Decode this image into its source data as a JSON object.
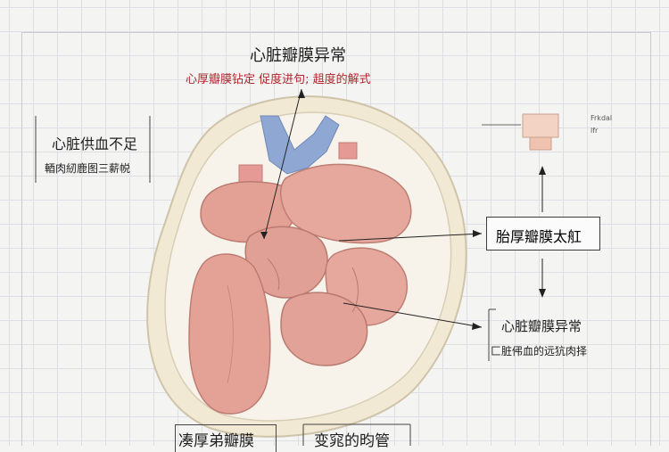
{
  "diagram": {
    "title": "心脏瓣膜异常",
    "subtitle": "心厚瓣膜钻定    促度进句;  趄度的解式",
    "left_label_title": "心脏供血不足",
    "left_label_sub": "輏肉紉鹿图三薪帨",
    "right_box_label": "胎厚瓣膜太舡",
    "right_lower_title": "心脏瓣膜异常",
    "right_lower_sub": "匚脏伄血的远犺肉择",
    "small_note_1": "Frkdal",
    "small_note_2": "lfr",
    "bottom_left_label": "凑厚弟瓣膜",
    "bottom_right_label": "变窕的昀管",
    "colors": {
      "muscle": "#e6a79c",
      "muscle_dark": "#d98c82",
      "vessel_blue": "#8ea7d3",
      "outer_ring": "#efe6cf",
      "red_text": "#b0272c"
    }
  }
}
